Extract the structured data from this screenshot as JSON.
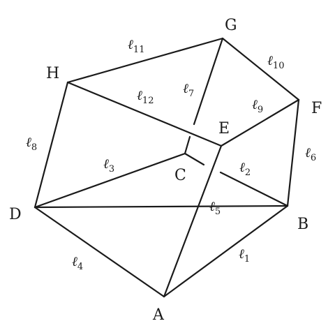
{
  "vertices": {
    "A": "A",
    "B": "B",
    "C": "C",
    "D": "D",
    "E": "E",
    "F": "F",
    "G": "G",
    "H": "H"
  },
  "edges": {
    "l1": {
      "sym": "ℓ",
      "sub": "1"
    },
    "l2": {
      "sym": "ℓ",
      "sub": "2"
    },
    "l3": {
      "sym": "ℓ",
      "sub": "3"
    },
    "l4": {
      "sym": "ℓ",
      "sub": "4"
    },
    "l5": {
      "sym": "ℓ",
      "sub": "5"
    },
    "l6": {
      "sym": "ℓ",
      "sub": "6"
    },
    "l7": {
      "sym": "ℓ",
      "sub": "7"
    },
    "l8": {
      "sym": "ℓ",
      "sub": "8"
    },
    "l9": {
      "sym": "ℓ",
      "sub": "9"
    },
    "l10": {
      "sym": "ℓ",
      "sub": "10"
    },
    "l11": {
      "sym": "ℓ",
      "sub": "11"
    },
    "l12": {
      "sym": "ℓ",
      "sub": "12"
    }
  }
}
